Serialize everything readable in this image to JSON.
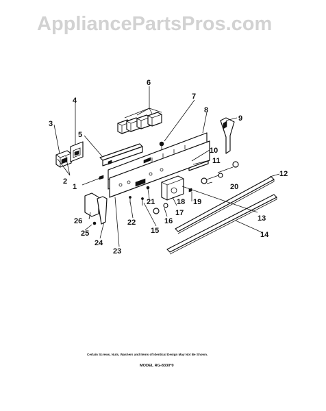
{
  "watermark": "AppliancePartsPros.com",
  "callouts": [
    "1",
    "2",
    "3",
    "4",
    "5",
    "6",
    "7",
    "8",
    "9",
    "10",
    "11",
    "12",
    "13",
    "14",
    "15",
    "16",
    "17",
    "18",
    "19",
    "20",
    "21",
    "22",
    "23",
    "24",
    "25",
    "26"
  ],
  "footnote": "Certain Screws, Nuts, Washers and Items of Identical Design May Not Be Shown.",
  "model_label": "MODEL RG-8330*0"
}
